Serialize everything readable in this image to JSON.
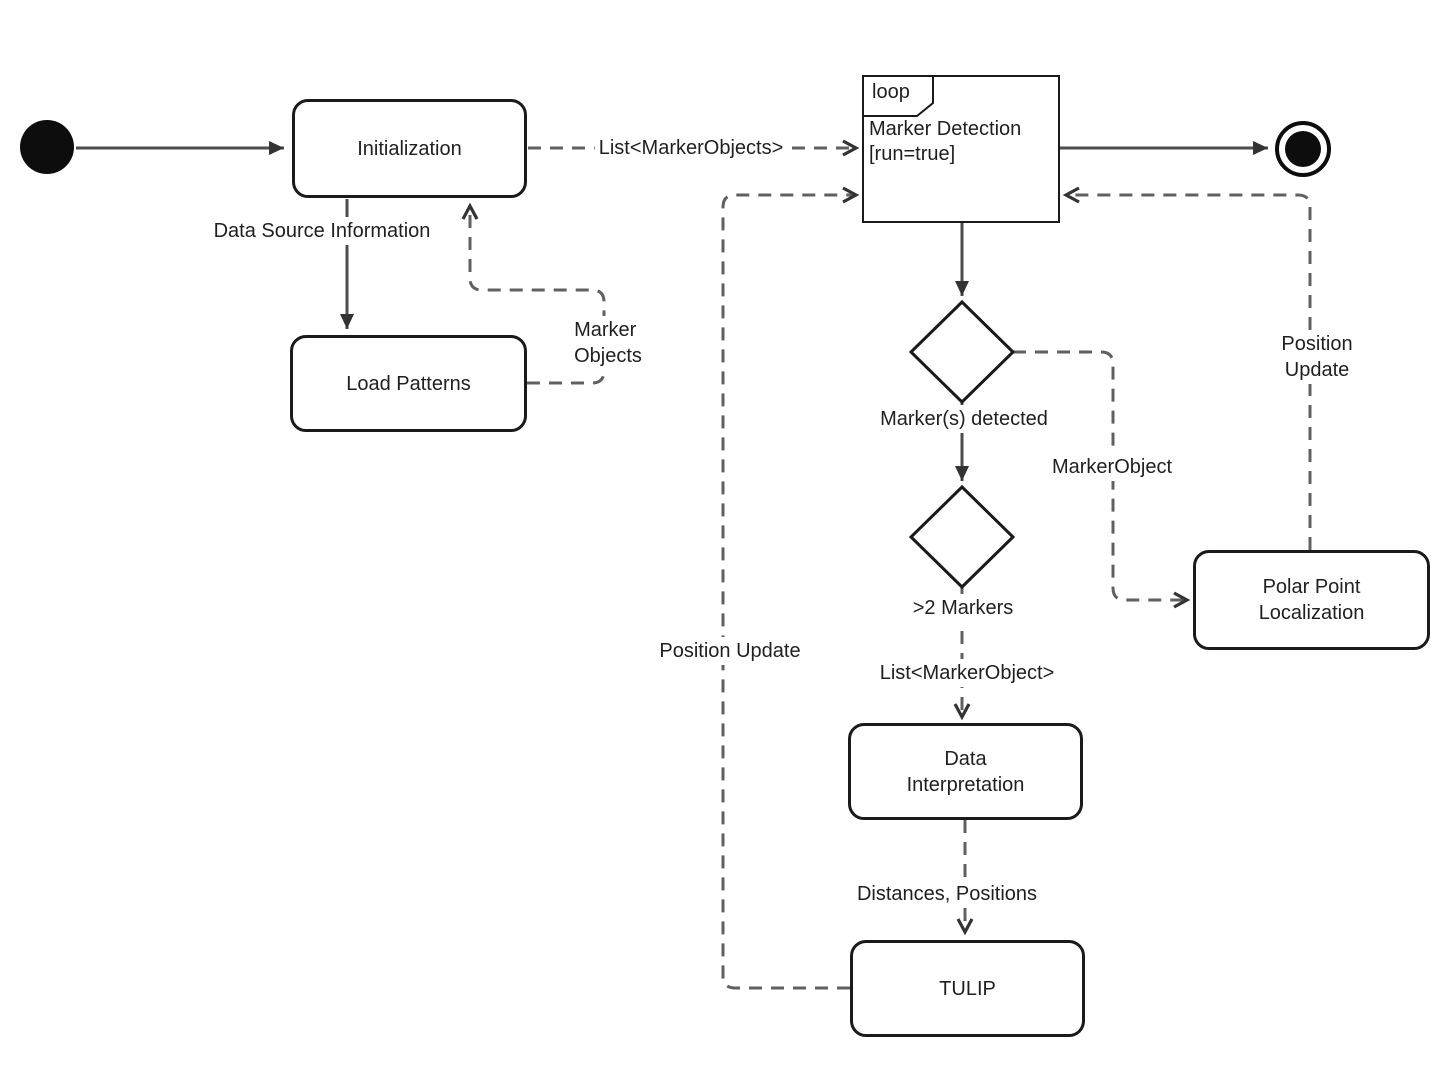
{
  "diagram_type": "uml-activity-diagram",
  "nodes": {
    "initialization": {
      "label": "Initialization"
    },
    "load_patterns": {
      "label": "Load Patterns"
    },
    "marker_detection": {
      "tab": "loop",
      "name": "Marker Detection",
      "guard": "[run=true]"
    },
    "data_interpretation": {
      "label": "Data\nInterpretation"
    },
    "tulip": {
      "label": "TULIP"
    },
    "polar_point_localization": {
      "label": "Polar Point\nLocalization"
    },
    "decision_1": {
      "label": "Marker(s) detected"
    },
    "decision_2": {
      "label": ">2 Markers"
    }
  },
  "edge_labels": {
    "data_source_information": "Data Source Information",
    "marker_objects": "Marker\nObjects",
    "list_marker_objects": "List<MarkerObjects>",
    "marker_object": "MarkerObject",
    "list_marker_object": "List<MarkerObject>",
    "distances_positions": "Distances, Positions",
    "position_update_left": "Position Update",
    "position_update_right": "Position Update"
  },
  "colors": {
    "background": "#ffffff",
    "node_border": "#1a1a1a",
    "solid_line": "#4d4d4d",
    "dashed_line": "#606060",
    "text": "#1f1f1f",
    "state_fill": "#0d0d0d"
  }
}
